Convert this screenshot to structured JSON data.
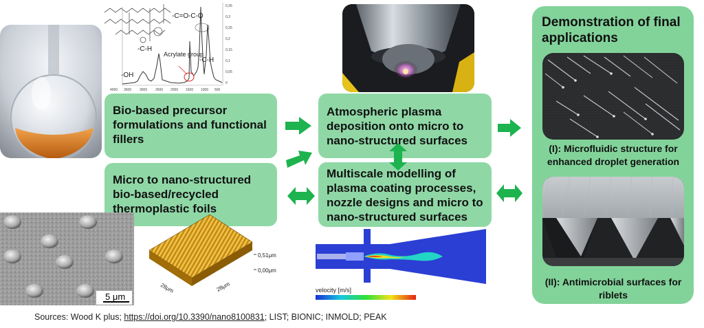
{
  "boxes": {
    "precursor": "Bio-based precursor formulations and functional fillers",
    "foils": "Micro to nano-structured bio-based/recycled thermoplastic foils",
    "plasma": "Atmospheric plasma deposition onto micro to nano-structured surfaces",
    "modelling": "Multiscale modelling of plasma coating processes, nozzle designs and micro to nano-structured surfaces"
  },
  "demo": {
    "title": "Demonstration of final applications",
    "caption1": "(I): Microfluidic structure for enhanced droplet generation",
    "caption2": "(II): Antimicrobial surfaces for riblets"
  },
  "spectrum": {
    "labels": {
      "oh": "-OH",
      "ch1": "-C-H",
      "ch2": "-C-H",
      "co1": "-C=O",
      "co2": "-C-O",
      "acrylate": "Acrylate group"
    },
    "x_ticks": [
      "4000",
      "3500",
      "3000",
      "2500",
      "2000",
      "1500",
      "1000",
      "500"
    ],
    "y_ticks": [
      "0,35",
      "0,3",
      "0,25",
      "0,2",
      "0,15",
      "0,1",
      "0,05",
      "0"
    ]
  },
  "sem": {
    "scale_bar": "5 μm"
  },
  "afm": {
    "z_top": "0,51μm",
    "z_bottom": "0,00μm",
    "axis_a": "28μm",
    "axis_b": "28μm"
  },
  "cfd": {
    "velocity_label": "velocity [m/s]"
  },
  "sources": {
    "prefix": "Sources: Wood K plus; ",
    "link": "https://doi.org/10.3390/nano8100831",
    "suffix": "; LIST; BIONIC; INMOLD; PEAK"
  },
  "colors": {
    "box_green": "#8fd8a6",
    "panel_green": "#82d39a",
    "arrow_green": "#1db34f"
  }
}
